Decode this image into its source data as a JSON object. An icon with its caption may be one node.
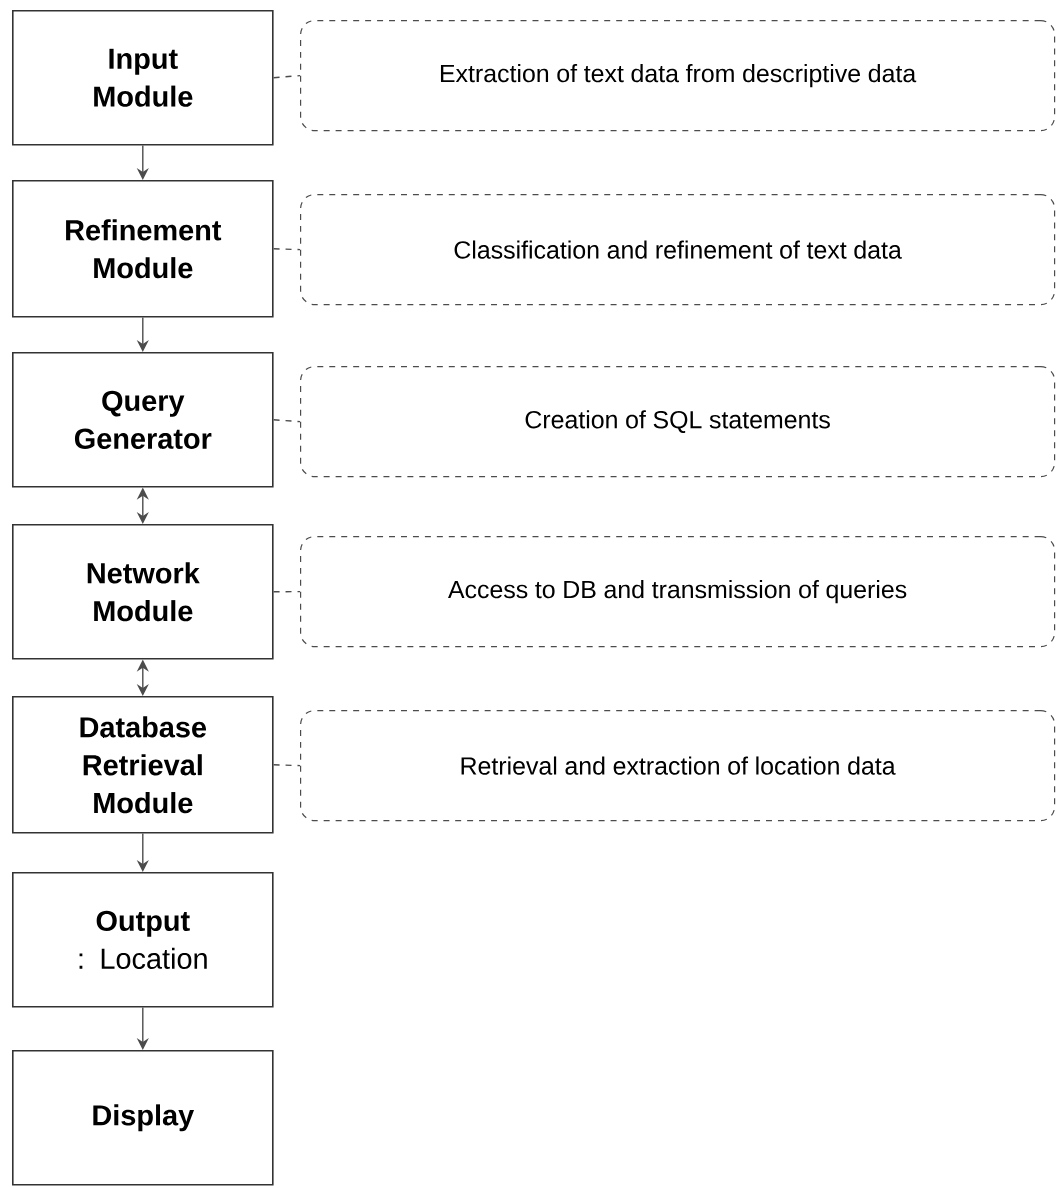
{
  "diagram": {
    "nodes": [
      {
        "text": [
          "Input Module"
        ]
      },
      {
        "text": [
          "Refinement Module"
        ]
      },
      {
        "text": [
          "Query Generator"
        ]
      },
      {
        "text": [
          "Network Module"
        ]
      },
      {
        "text": [
          "Database Retrieval Module"
        ]
      },
      {
        "text": [
          "Output",
          ": Location"
        ]
      },
      {
        "text": [
          "Display"
        ]
      },
      {
        "text": [
          "Extraction of text data from descriptive data"
        ]
      },
      {
        "text": [
          "Classification and refinement of text data"
        ]
      },
      {
        "text": [
          "Creation of SQL statements"
        ]
      },
      {
        "text": [
          "Access to DB and transmission of queries"
        ]
      },
      {
        "text": [
          "Retrieval and extraction of location data"
        ]
      }
    ],
    "edges": [
      {
        "from": 0,
        "to": 1,
        "arrow": "to"
      },
      {
        "from": 1,
        "to": 2,
        "arrow": "to"
      },
      {
        "from": 2,
        "to": 3,
        "arrow": "both"
      },
      {
        "from": 3,
        "to": 4,
        "arrow": "both"
      },
      {
        "from": 4,
        "to": 5,
        "arrow": "to"
      },
      {
        "from": 5,
        "to": 6,
        "arrow": "to"
      },
      {
        "from": 0,
        "to": 7,
        "arrow": "none",
        "style": "dashed"
      },
      {
        "from": 1,
        "to": 8,
        "arrow": "none",
        "style": "dashed"
      },
      {
        "from": 2,
        "to": 9,
        "arrow": "none",
        "style": "dashed"
      },
      {
        "from": 3,
        "to": 10,
        "arrow": "none",
        "style": "dashed"
      },
      {
        "from": 4,
        "to": 11,
        "arrow": "none",
        "style": "dashed"
      }
    ]
  }
}
